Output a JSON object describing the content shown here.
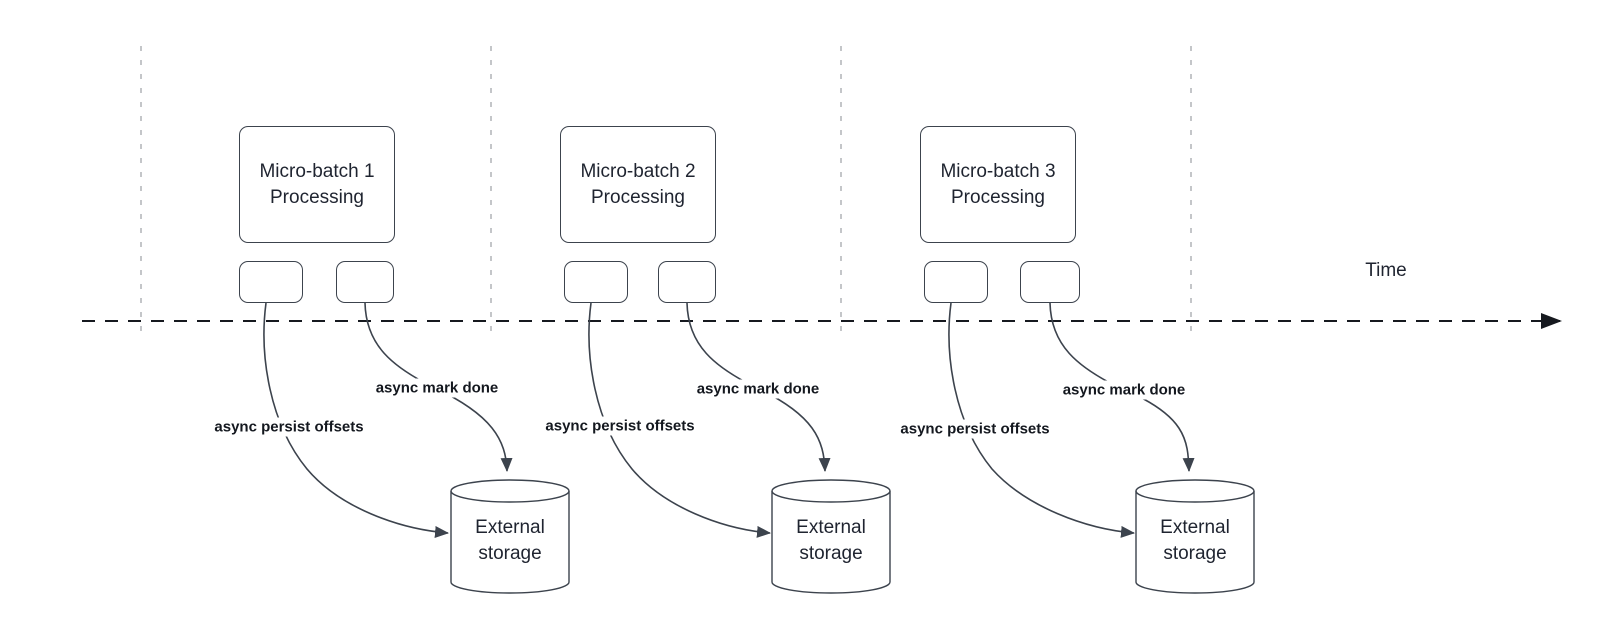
{
  "colors": {
    "shape_stroke": "#3c434d",
    "shape_fill": "#ffffff",
    "text": "#1f2430",
    "edge_label_text": "#14181f",
    "guide_line": "#aaadb2",
    "timeline_line": "#16191f"
  },
  "timeline": {
    "label": "Time"
  },
  "groups": [
    {
      "box_title": "Micro-batch 1",
      "box_subtitle": "Processing",
      "persist_label": "async persist offsets",
      "done_label": "async mark done",
      "storage_label": "External storage"
    },
    {
      "box_title": "Micro-batch 2",
      "box_subtitle": "Processing",
      "persist_label": "async persist offsets",
      "done_label": "async mark done",
      "storage_label": "External storage"
    },
    {
      "box_title": "Micro-batch 3",
      "box_subtitle": "Processing",
      "persist_label": "async persist offsets",
      "done_label": "async mark done",
      "storage_label": "External storage"
    }
  ]
}
